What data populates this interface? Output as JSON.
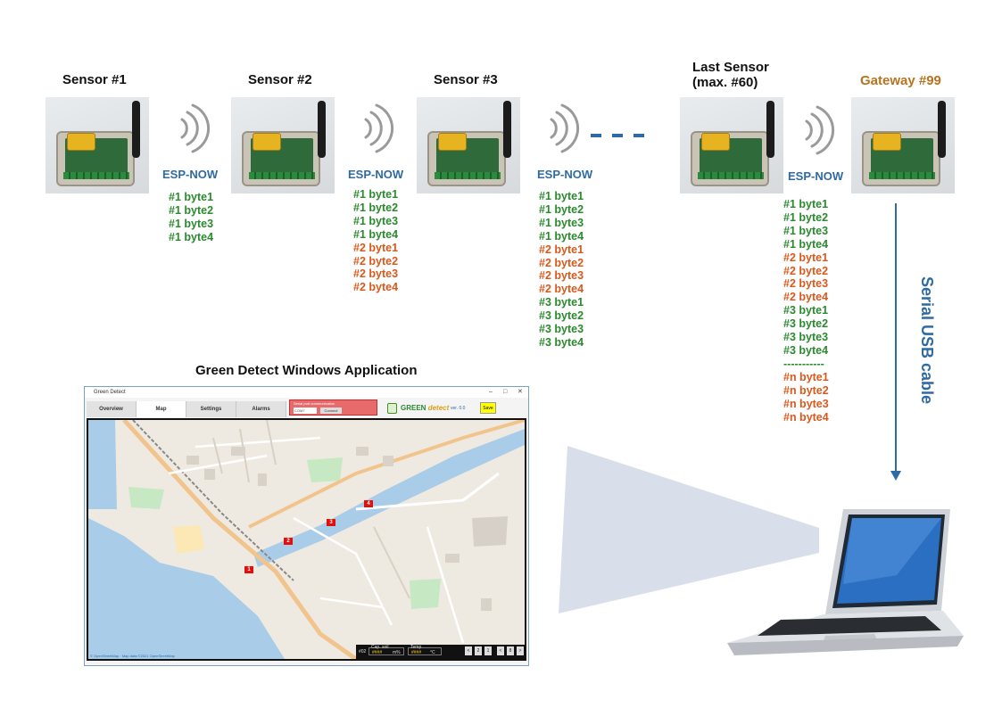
{
  "sensors": [
    {
      "title": "Sensor #1",
      "esp_label": "ESP-NOW",
      "bytes": [
        {
          "text": "#1 byte1",
          "color": "green"
        },
        {
          "text": "#1 byte2",
          "color": "green"
        },
        {
          "text": "#1 byte3",
          "color": "green"
        },
        {
          "text": "#1 byte4",
          "color": "green"
        }
      ]
    },
    {
      "title": "Sensor #2",
      "esp_label": "ESP-NOW",
      "bytes": [
        {
          "text": "#1 byte1",
          "color": "green"
        },
        {
          "text": "#1 byte2",
          "color": "green"
        },
        {
          "text": "#1 byte3",
          "color": "green"
        },
        {
          "text": "#1 byte4",
          "color": "green"
        },
        {
          "text": "#2 byte1",
          "color": "orange"
        },
        {
          "text": "#2 byte2",
          "color": "orange"
        },
        {
          "text": "#2 byte3",
          "color": "orange"
        },
        {
          "text": "#2 byte4",
          "color": "orange"
        }
      ]
    },
    {
      "title": "Sensor #3",
      "esp_label": "ESP-NOW",
      "bytes": [
        {
          "text": "#1 byte1",
          "color": "green"
        },
        {
          "text": "#1 byte2",
          "color": "green"
        },
        {
          "text": "#1 byte3",
          "color": "green"
        },
        {
          "text": "#1 byte4",
          "color": "green"
        },
        {
          "text": "#2 byte1",
          "color": "orange"
        },
        {
          "text": "#2 byte2",
          "color": "orange"
        },
        {
          "text": "#2 byte3",
          "color": "orange"
        },
        {
          "text": "#2 byte4",
          "color": "orange"
        },
        {
          "text": "#3 byte1",
          "color": "green"
        },
        {
          "text": "#3 byte2",
          "color": "green"
        },
        {
          "text": "#3 byte3",
          "color": "green"
        },
        {
          "text": "#3 byte4",
          "color": "green"
        }
      ]
    },
    {
      "title_line1": "Last Sensor",
      "title_line2": "(max. #60)",
      "esp_label": "ESP-NOW",
      "bytes": [
        {
          "text": "#1 byte1",
          "color": "green"
        },
        {
          "text": "#1 byte2",
          "color": "green"
        },
        {
          "text": "#1 byte3",
          "color": "green"
        },
        {
          "text": "#1 byte4",
          "color": "green"
        },
        {
          "text": "#2 byte1",
          "color": "orange"
        },
        {
          "text": "#2 byte2",
          "color": "orange"
        },
        {
          "text": "#2 byte3",
          "color": "orange"
        },
        {
          "text": "#2 byte4",
          "color": "orange"
        },
        {
          "text": "#3 byte1",
          "color": "green"
        },
        {
          "text": "#3 byte2",
          "color": "green"
        },
        {
          "text": "#3 byte3",
          "color": "green"
        },
        {
          "text": "#3 byte4",
          "color": "green"
        },
        {
          "text": "-----------",
          "color": "green"
        },
        {
          "text": "#n byte1",
          "color": "orange"
        },
        {
          "text": "#n byte2",
          "color": "orange"
        },
        {
          "text": "#n byte3",
          "color": "orange"
        },
        {
          "text": "#n byte4",
          "color": "orange"
        }
      ]
    }
  ],
  "gateway": {
    "title": "Gateway #99"
  },
  "usb_label": "Serial USB cable",
  "app": {
    "heading": "Green Detect Windows Application",
    "window_title": "Green Detect",
    "tabs": [
      "Overview",
      "Map",
      "Settings",
      "Alarms"
    ],
    "active_tab": "Map",
    "serial_label": "Serial port communication",
    "port_value": "COM7",
    "connect_label": "Connect",
    "logo_green": "GREEN",
    "logo_detect": "detect",
    "version": "ver. 0.0",
    "save_label": "Save",
    "markers": [
      "1",
      "2",
      "3",
      "4"
    ],
    "attribution": "© OpenStreetMap · Map data ©2021 OpenStreetMap",
    "readout_id": "#02",
    "readout_cap_label": "Cap. soil",
    "readout_temp_label": "Temp",
    "readout_cap_value": "####",
    "readout_cap_unit": "m%",
    "readout_temp_value": "####",
    "readout_temp_unit": "°C",
    "page_left": "<",
    "page_right": ">",
    "page_a": "2",
    "page_b": "1",
    "page_c": "8"
  },
  "colors": {
    "esp_blue": "#2e6aa3",
    "byte_green": "#2a8a2e",
    "byte_orange": "#d9591d",
    "gateway_title": "#b8731e",
    "marker_red": "#e20f0f"
  }
}
